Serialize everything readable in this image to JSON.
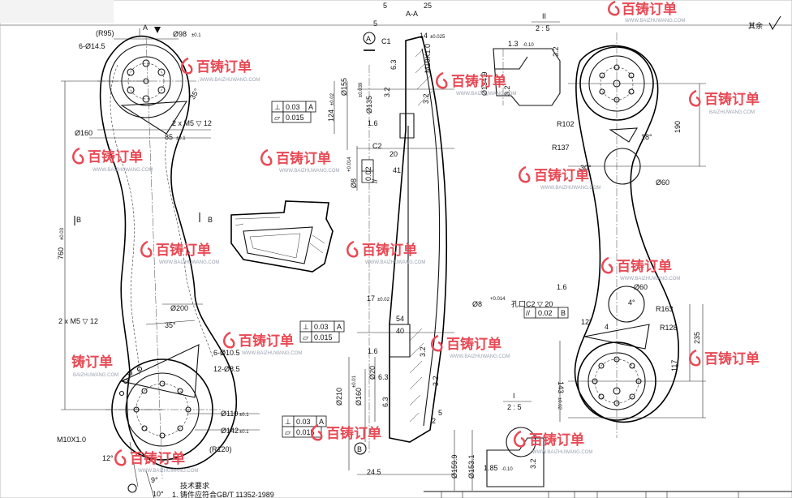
{
  "watermark": {
    "brand": "百铸订单",
    "url": "WWW.BAIZHUWANG.COM",
    "url_short": "BAIZHUWANG.COM",
    "partial": "铸订单"
  },
  "surface_mark": "其余",
  "section_label": "A-A",
  "view_b_label": "B",
  "view_a_label": "A",
  "detail_ii": {
    "roman": "II",
    "scale": "2 : 5"
  },
  "detail_i": {
    "roman": "I",
    "scale": "2 : 5"
  },
  "tech_requirements": {
    "title": "技术要求",
    "line1": "1. 铸件应符合GB/T 11352-1989"
  },
  "left_view": {
    "r95": "(R95)",
    "phi98": "Ø98",
    "phi98_tol": "±0.1",
    "holes_6": "6-Ø14.5",
    "m5_top": "2 x M5 ▽ 12",
    "dim85": "85",
    "dim85_tol": "±0.1",
    "phi160": "Ø160",
    "dim760": "760",
    "dim760_tol": "±0.03",
    "m5_bottom": "2 x M5 ▽ 12",
    "phi200": "Ø200",
    "angle35_top": "35°",
    "angle35_bot": "35°",
    "holes_6_b": "6-Ø10.5",
    "holes_12": "12-Ø8.5",
    "phi110": "Ø110",
    "phi110_tol": "±0.1",
    "phi142": "Ø142",
    "phi142_tol": "±0.1",
    "r120": "(R120)",
    "m10": "M10X1.0",
    "angle12": "12°",
    "angle9": "9°",
    "angle10": "10°"
  },
  "section_view": {
    "d5": "5",
    "d25": "25",
    "d14": "14",
    "d14_tol": "±0.025",
    "c1": "C1",
    "m10x1": "M10X1.0",
    "phi155": "Ø155",
    "phi155_tol": "±0.039",
    "phi135": "Ø135",
    "d124": "124",
    "d124_tol": "±0.02",
    "d6_3a": "6.3",
    "d3_2a": "3.2",
    "d1_6a": "1.6",
    "d3_2b": "3.2",
    "c2": "C2",
    "d20": "20",
    "d41": "41",
    "phi8": "Ø8",
    "phi8_tol": "+0.014",
    "d17": "17",
    "d17_tol": "±0.02",
    "d54": "54",
    "d40": "40",
    "phi20": "Ø20",
    "phi210": "Ø210",
    "phi160": "Ø160",
    "phi160_tol": "±0.01",
    "d6_3b": "6.3",
    "d6_3c": "6.3",
    "d3_2c": "3.2",
    "d2": "2",
    "d5b": "5",
    "d24_5": "24.5",
    "d1_6b": "1.6",
    "d3_2d": "3.2",
    "phi8_b": "Ø8",
    "phi8_b_tol": "+0.014",
    "c2_b": "孔口C2 ▽ 20"
  },
  "gtol": {
    "perp1_sym": "⊥",
    "perp1_val": "0.03",
    "perp1_ref": "A",
    "flat1_sym": "▱",
    "flat1_val": "0.015",
    "par1_sym": "//",
    "par1_val": "0.02",
    "perp2_val": "0.03",
    "perp2_ref": "A",
    "flat2_val": "0.015",
    "par2_val": "0.02",
    "par2_ref": "B",
    "perp3_val": "0.03",
    "perp3_ref": "A",
    "flat3_val": "0.015"
  },
  "details": {
    "d1_3": "1.3",
    "d1_3_tol": "-0.10",
    "d3_2": "3.2",
    "phi134_9": "Ø134.9",
    "d3_2b": "3.2",
    "phi159_9": "Ø159.9",
    "phi153_1": "Ø153.1",
    "d1_85": "1.85",
    "d1_85_tol": "-0.10",
    "d3_2c": "3.2"
  },
  "right_view": {
    "r102": "R102",
    "r137": "R137",
    "d190": "190",
    "d30": "30°",
    "d18": "18°",
    "phi60_top": "Ø60",
    "d1_6": "1.6",
    "phi60_mid": "Ø60",
    "r163": "R163",
    "r128": "R128",
    "d235": "235",
    "d117": "117",
    "d143": "143",
    "d143_tol": "±0.02",
    "angle4": "4°",
    "angle12": "12°",
    "d4": "4"
  }
}
